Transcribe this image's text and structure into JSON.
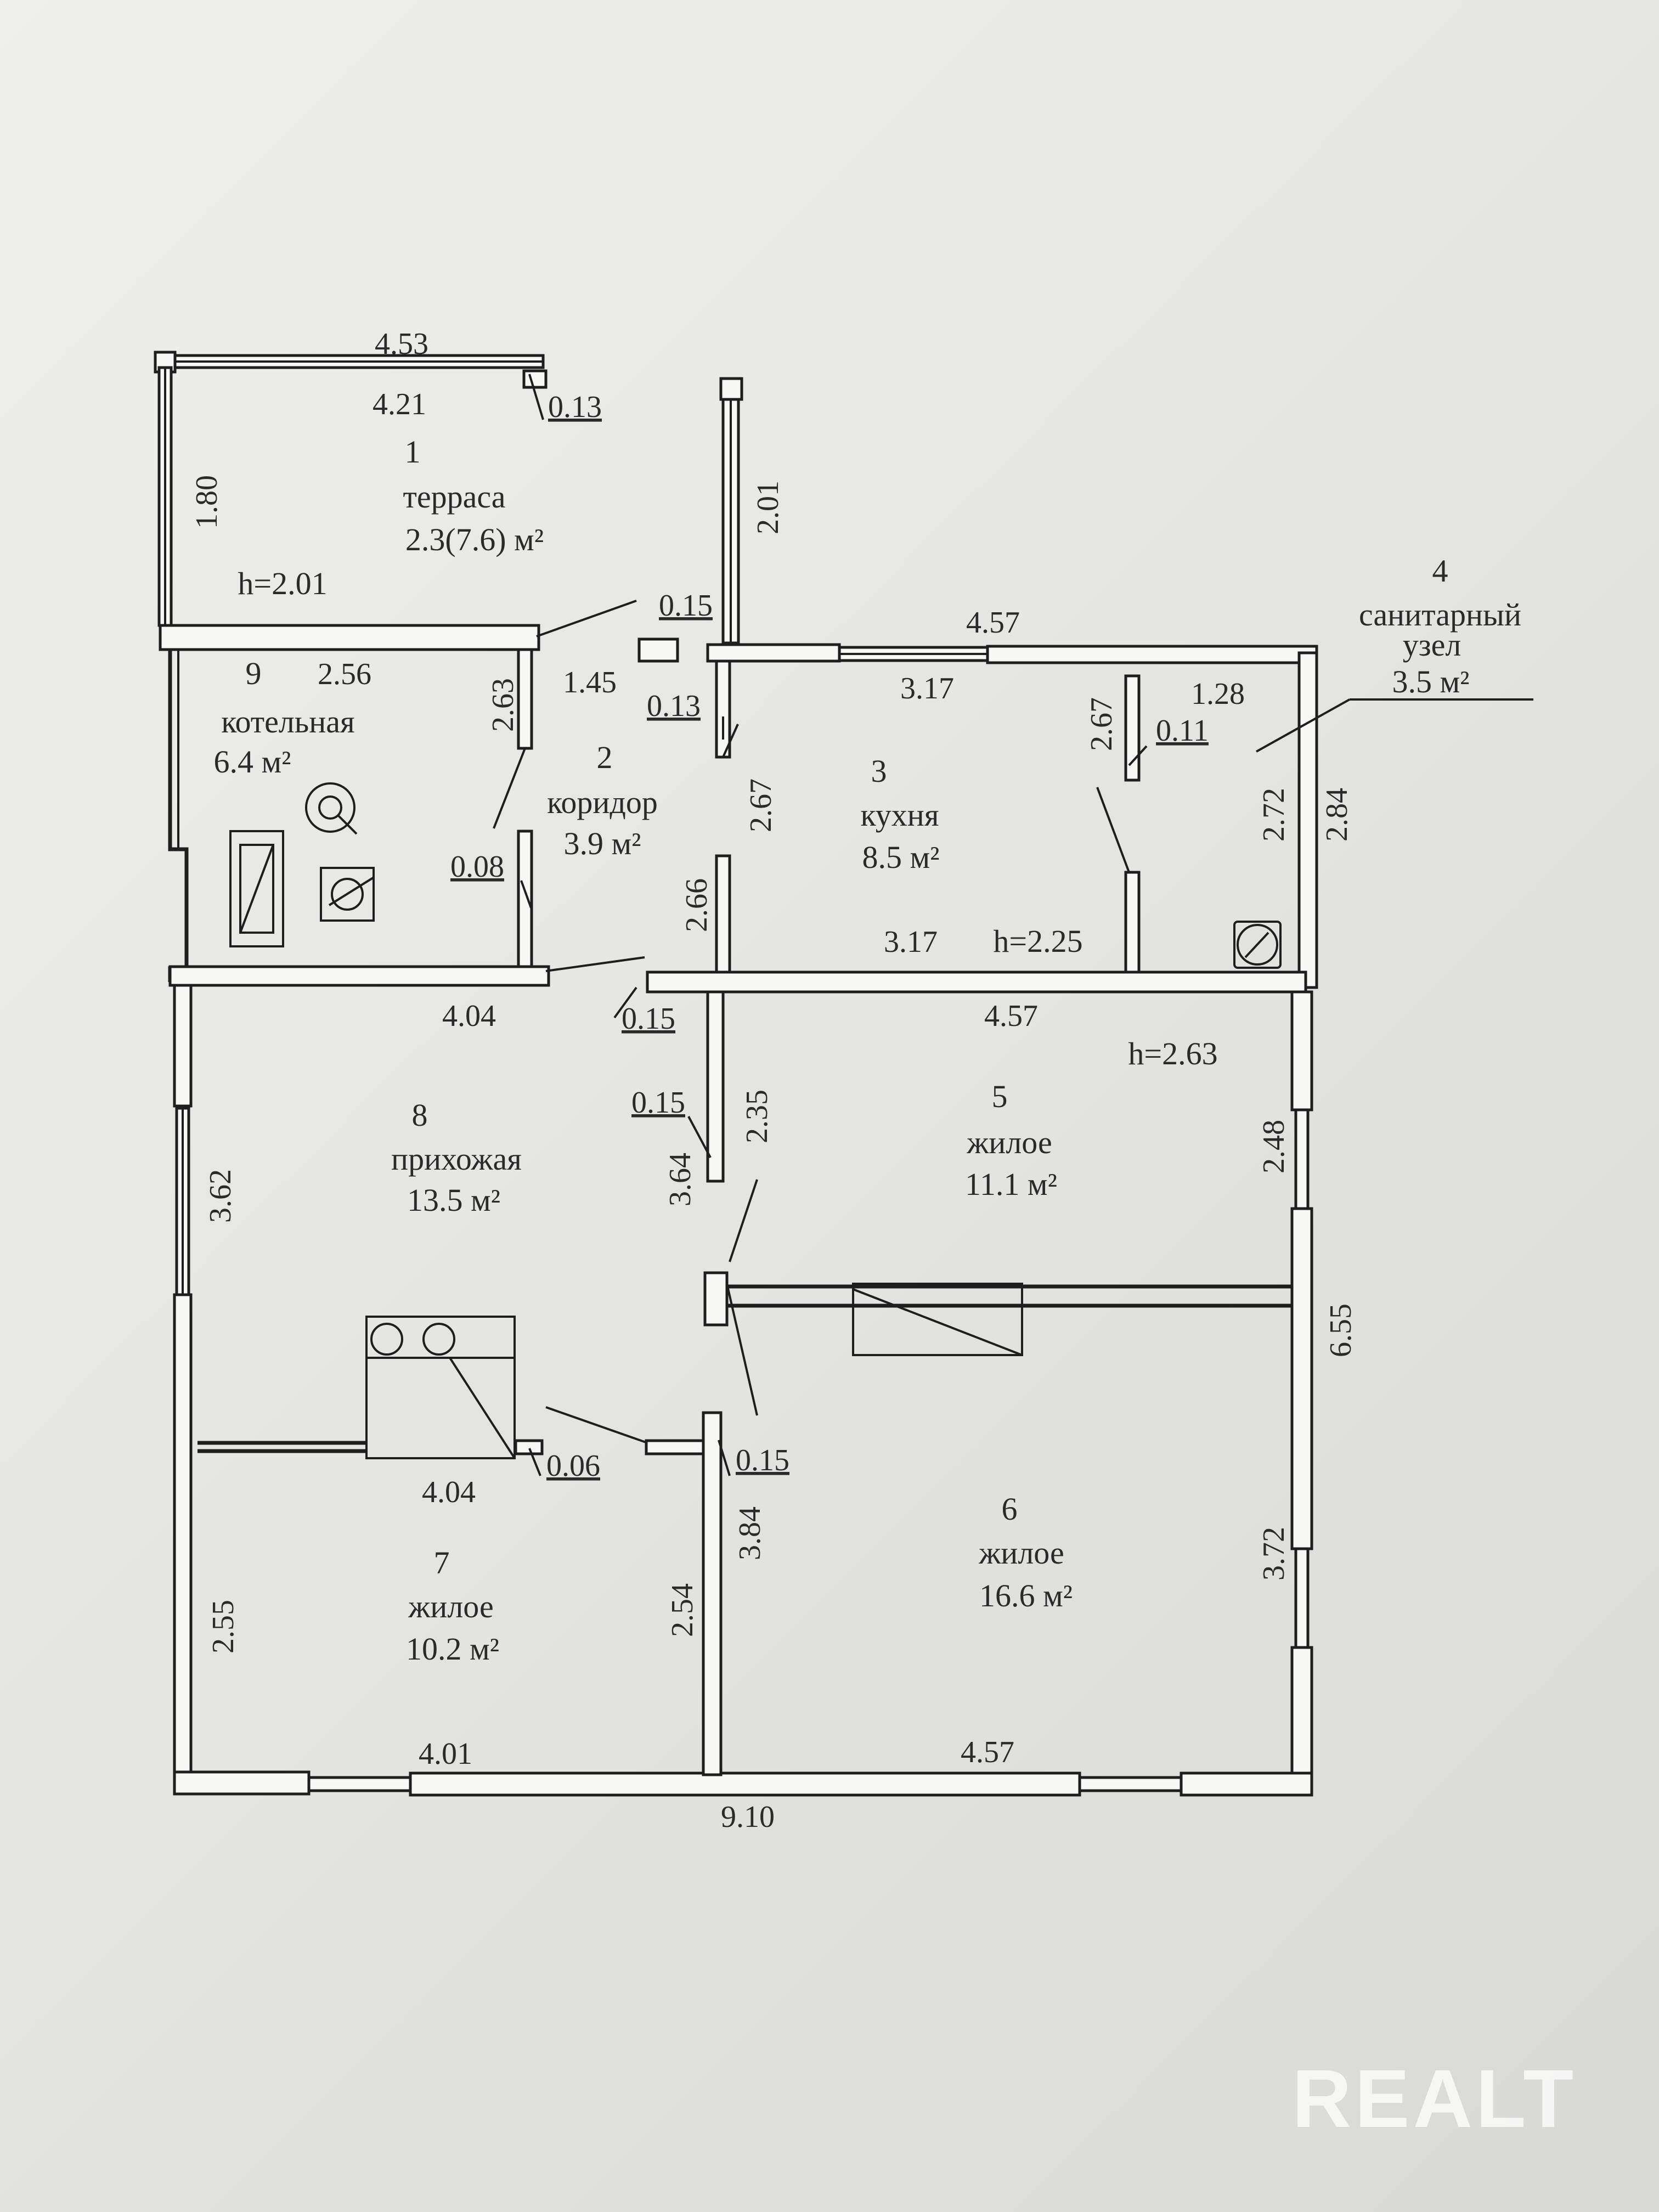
{
  "rooms": [
    {
      "number": "1",
      "name": "терраса",
      "area": "2.3(7.6) м²"
    },
    {
      "number": "2",
      "name": "коридор",
      "area": "3.9 м²"
    },
    {
      "number": "3",
      "name": "кухня",
      "area": "8.5 м²"
    },
    {
      "number": "4",
      "name_line1": "санитарный",
      "name_line2": "узел",
      "area": "3.5 м²"
    },
    {
      "number": "5",
      "name": "жилое",
      "area": "11.1 м²"
    },
    {
      "number": "6",
      "name": "жилое",
      "area": "16.6 м²"
    },
    {
      "number": "7",
      "name": "жилое",
      "area": "10.2 м²"
    },
    {
      "number": "8",
      "name": "прихожая",
      "area": "13.5 м²"
    },
    {
      "number": "9",
      "name": "котельная",
      "area": "6.4 м²"
    }
  ],
  "heights": {
    "terrace": "h=2.01",
    "kitchen": "h=2.25",
    "living": "h=2.63"
  },
  "dims": {
    "t_top": "4.53",
    "t_in": "4.21",
    "t_thk": "0.13",
    "t_side": "1.80",
    "t_post": "2.01",
    "d015a": "0.15",
    "d145": "1.45",
    "d013": "0.13",
    "d457a": "4.57",
    "d317a": "3.17",
    "d128": "1.28",
    "d011": "0.11",
    "d267a": "2.67",
    "d272": "2.72",
    "d284": "2.84",
    "d256": "2.56",
    "d263": "2.63",
    "d267b": "2.67",
    "d266": "2.66",
    "d008": "0.08",
    "d317b": "3.17",
    "d404a": "4.04",
    "d015b": "0.15",
    "d457b": "4.57",
    "d015c": "0.15",
    "d235": "2.35",
    "d364": "3.64",
    "d362": "3.62",
    "d248": "2.48",
    "d655": "6.55",
    "d404b": "4.04",
    "d006": "0.06",
    "d015d": "0.15",
    "d384": "3.84",
    "d254": "2.54",
    "d255": "2.55",
    "d372": "3.72",
    "d401": "4.01",
    "d457c": "4.57",
    "d910": "9.10"
  },
  "watermark": "REALT"
}
